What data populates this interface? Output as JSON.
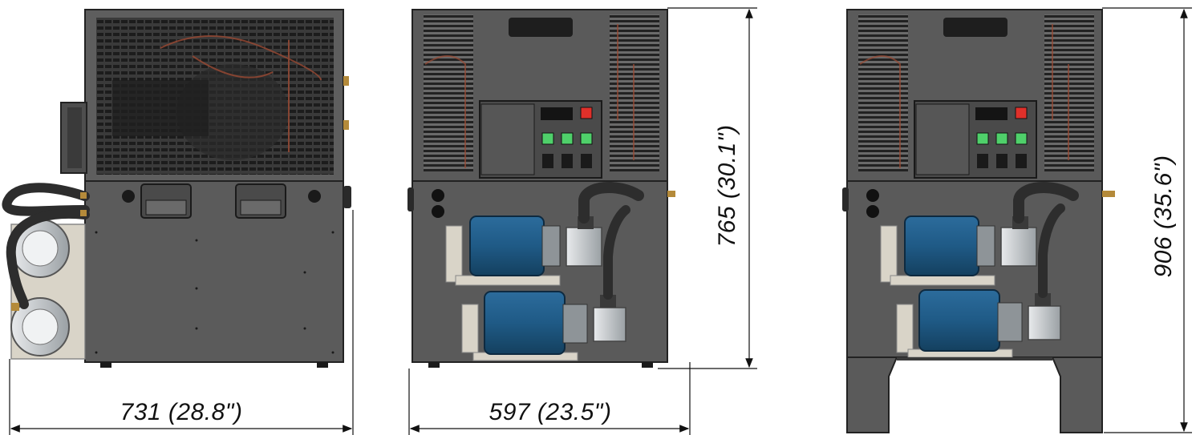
{
  "dimensions": {
    "side_width": "731 (28.8\")",
    "front_width": "597 (23.5\")",
    "front_height": "765 (30.1\")",
    "stand_height": "906  (35.6\")"
  },
  "colors": {
    "cabinet": "#5b5b5b",
    "cabinet_dark": "#454545",
    "grille": "#2a2a2a",
    "motor_blue": "#1f5a86",
    "pump_silver": "#bfc3c6",
    "bracket": "#d8d3c7",
    "led_red": "#e0302a",
    "led_green": "#4fd06a",
    "hose": "#2d2d2d"
  }
}
